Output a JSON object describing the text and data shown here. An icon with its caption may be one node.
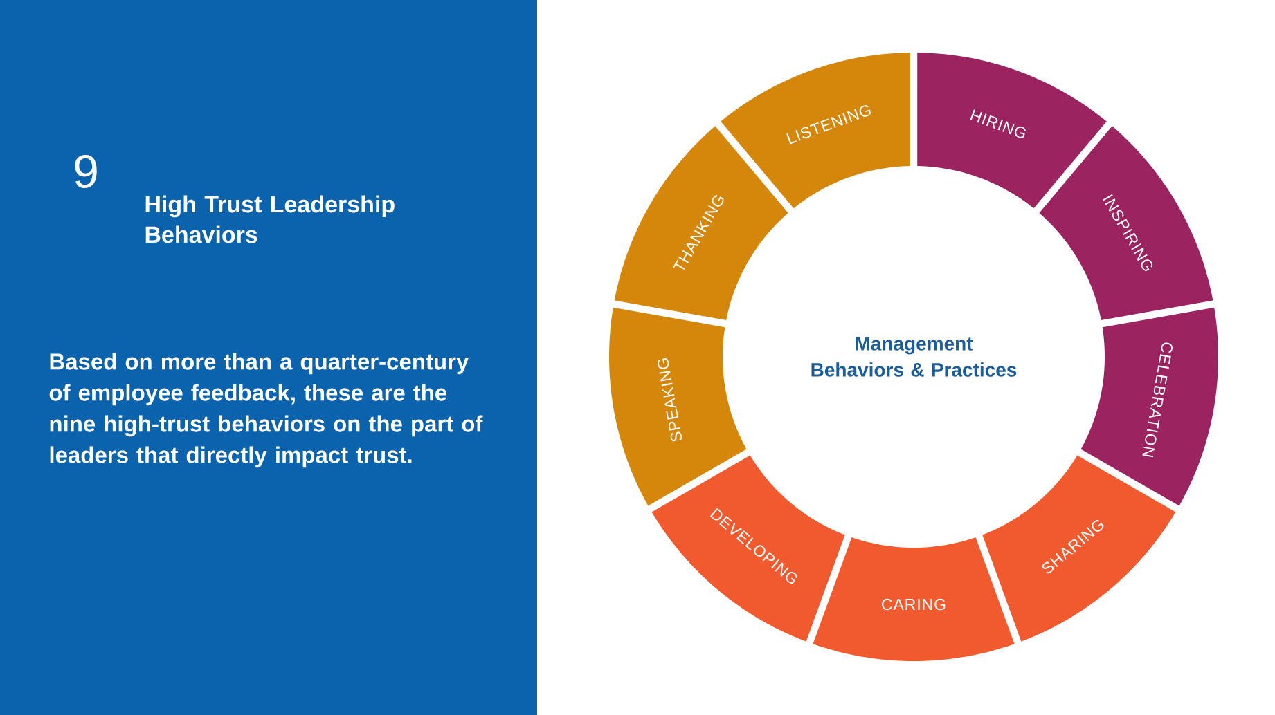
{
  "diagram": {
    "title": "High Trust Leadership Behaviors",
    "nodes": [
      {
        "text": [
          "HIRING"
        ]
      },
      {
        "text": [
          "INSPIRING"
        ]
      },
      {
        "text": [
          "CELEBRATION"
        ]
      },
      {
        "text": [
          "SHARING"
        ]
      },
      {
        "text": [
          "CARING"
        ]
      },
      {
        "text": [
          "DEVELOPING"
        ]
      },
      {
        "text": [
          "SPEAKING"
        ]
      },
      {
        "text": [
          "THANKING"
        ]
      },
      {
        "text": [
          "LISTENING"
        ]
      },
      {
        "text": [
          "Management Behaviors & Practices"
        ]
      }
    ],
    "labels": [
      "9",
      "Based on more than a quarter-century of employee feedback, these are the nine high-trust behaviors on the part of leaders that directly impact trust."
    ]
  }
}
